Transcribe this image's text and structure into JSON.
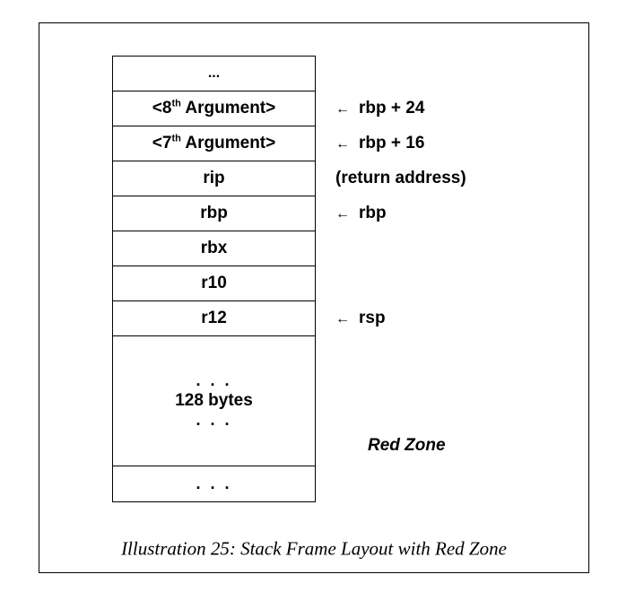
{
  "stack": {
    "top_dots": "...",
    "arg8": {
      "prefix": "<8",
      "sup": "th",
      "suffix": " Argument>"
    },
    "arg7": {
      "prefix": "<7",
      "sup": "th",
      "suffix": " Argument>"
    },
    "rip": "rip",
    "rbp": "rbp",
    "rbx": "rbx",
    "r10": "r10",
    "r12": "r12",
    "redzone_block": {
      "dots_top": ". . .",
      "label": "128 bytes",
      "dots_bottom": ". . ."
    },
    "bottom_dots": ". . ."
  },
  "annotations": {
    "arrow_glyph": "←",
    "arg8": "rbp + 24",
    "arg7": "rbp + 16",
    "rip": "(return address)",
    "rbp": "rbp",
    "r12": "rsp",
    "red_zone": "Red Zone"
  },
  "caption": "Illustration 25: Stack Frame Layout with Red Zone"
}
